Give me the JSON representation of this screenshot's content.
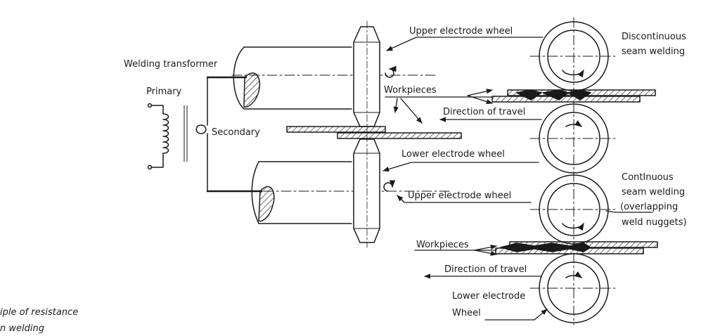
{
  "labels": {
    "welding_transformer": "Welding transformer",
    "primary": "Primary",
    "secondary": "Secondary",
    "workpieces_top": "Workpieces",
    "upper_electrode_wheel_top": "Upper electrode wheel",
    "lower_electrode_wheel_mid": "Lower electrode wheel",
    "direction_of_travel_top": "Direction of travel",
    "discontinuous_line1": "Discontinuous",
    "discontinuous_line2": "seam welding",
    "continuous_line1": "ContInuous",
    "continuous_line2": "seam welding",
    "continuous_line3": "(overlapping",
    "continuous_line4": "weld nuggets)",
    "upper_electrode_wheel_bottom": "Upper electrode wheel",
    "workpieces_bottom": "Workpieces",
    "direction_of_travel_bottom": "Direction of travel",
    "lower_electrode_line1": "Lower electrode",
    "lower_electrode_line2": "Wheel"
  },
  "caption": {
    "line1": "iple of resistance",
    "line2": "n welding"
  }
}
